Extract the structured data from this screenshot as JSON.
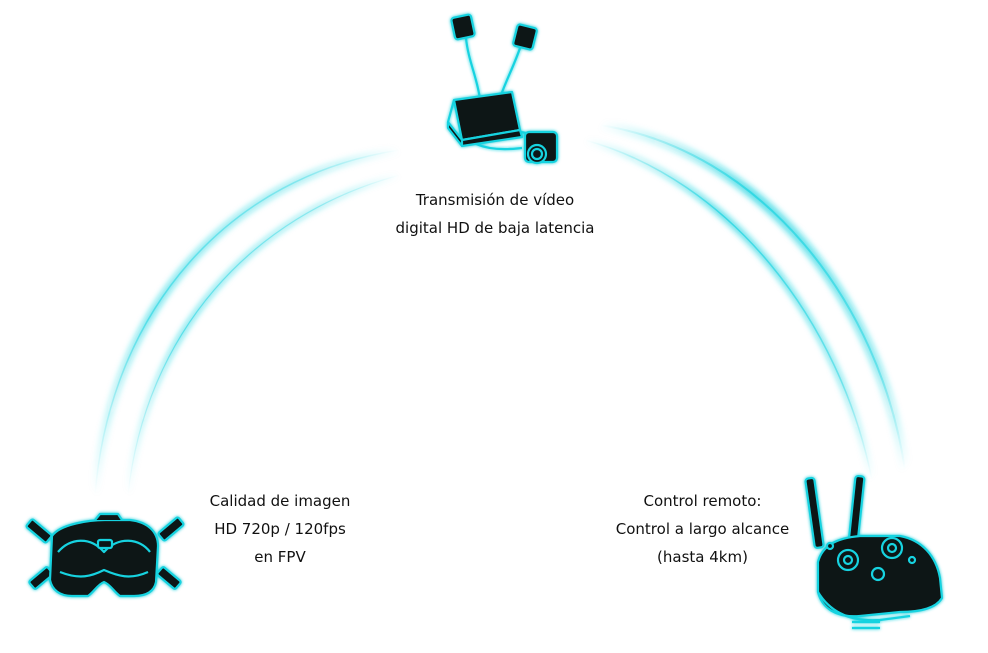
{
  "transmission": {
    "lines": [
      "Transmisión de vídeo",
      "digital HD de baja latencia"
    ]
  },
  "goggles": {
    "lines": [
      "Calidad de imagen",
      "HD 720p / 120fps",
      "en FPV"
    ]
  },
  "remote": {
    "lines": [
      "Control remoto:",
      "Control a largo alcance",
      "(hasta 4km)"
    ]
  },
  "colors": {
    "accent": "#19d3e0",
    "device_fill": "#0b1416",
    "background": "#ffffff"
  },
  "icons": {
    "transmitter": "air-unit-transmitter-icon",
    "goggles": "fpv-goggles-icon",
    "remote": "remote-controller-icon"
  }
}
